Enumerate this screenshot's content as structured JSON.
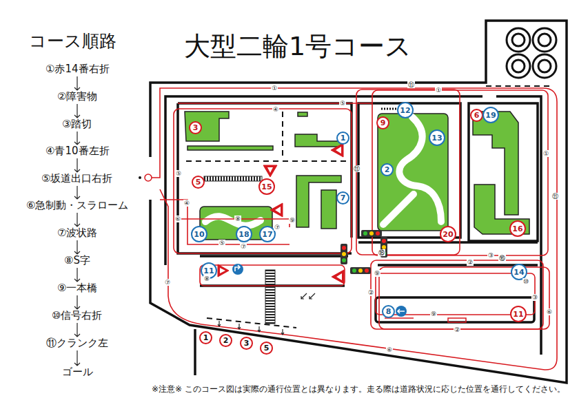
{
  "diagram": {
    "title": "大型二輪1号コース",
    "nodes": [
      {
        "text": [
          "3"
        ]
      },
      {
        "text": [
          "12"
        ]
      },
      {
        "text": [
          "6"
        ]
      },
      {
        "text": [
          "19"
        ]
      },
      {
        "text": [
          "9"
        ]
      },
      {
        "text": [
          "1"
        ]
      },
      {
        "text": [
          "13"
        ]
      },
      {
        "text": [
          "2"
        ]
      },
      {
        "text": [
          "5"
        ]
      },
      {
        "text": [
          "15"
        ]
      },
      {
        "text": [
          "7"
        ]
      },
      {
        "text": [
          "16"
        ]
      },
      {
        "text": [
          "10"
        ]
      },
      {
        "text": [
          "18"
        ]
      },
      {
        "text": [
          "17"
        ]
      },
      {
        "text": [
          "20"
        ]
      },
      {
        "text": [
          "11"
        ]
      },
      {
        "text": [
          "14"
        ]
      },
      {
        "text": [
          "8"
        ]
      },
      {
        "text": [
          "11"
        ]
      },
      {
        "text": [
          "1"
        ]
      },
      {
        "text": [
          "2"
        ]
      },
      {
        "text": [
          "3"
        ]
      },
      {
        "text": [
          "5"
        ]
      }
    ],
    "labels": [
      "コース順路",
      "①赤14番右折",
      "②障害物",
      "③踏切",
      "④青10番左折",
      "⑤坂道出口右折",
      "⑥急制動・スラローム",
      "⑦波状路",
      "⑧S字",
      "⑨一本橋",
      "⑩信号右折",
      "⑪クランク左",
      "ゴール",
      "※注意※ このコース図は実際の通行位置とは異なります。走る際は道路状況に応じた位置を通行してください。",
      "①",
      "⑪",
      "①",
      "⑤",
      "④",
      "①",
      "⑪",
      "⑪",
      "⑤",
      "④",
      "⑥",
      "⑧",
      "⑦",
      "⑨",
      "⑤",
      "⑦",
      "⑧",
      "⑦",
      "⑱",
      "③",
      "⑯",
      "②",
      "⑩",
      "⑨",
      "②",
      "③",
      "⑥",
      "⑨",
      "②",
      "⑥"
    ]
  }
}
